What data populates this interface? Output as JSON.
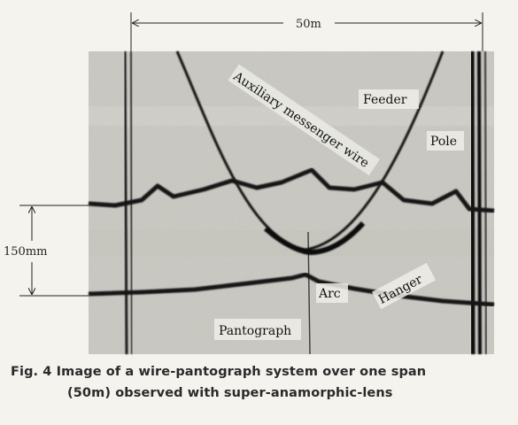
{
  "figure": {
    "span_label": "50m",
    "height_label": "150mm",
    "labels": {
      "auxiliary_messenger_wire": "Auxiliary messenger wire",
      "feeder": "Feeder",
      "pole": "Pole",
      "arc": "Arc",
      "hanger": "Hanger",
      "pantograph": "Pantograph"
    }
  },
  "caption": {
    "line1": "Fig. 4   Image of a wire-pantograph system over one span",
    "line2": "(50m) observed with super-anamorphic-lens"
  }
}
